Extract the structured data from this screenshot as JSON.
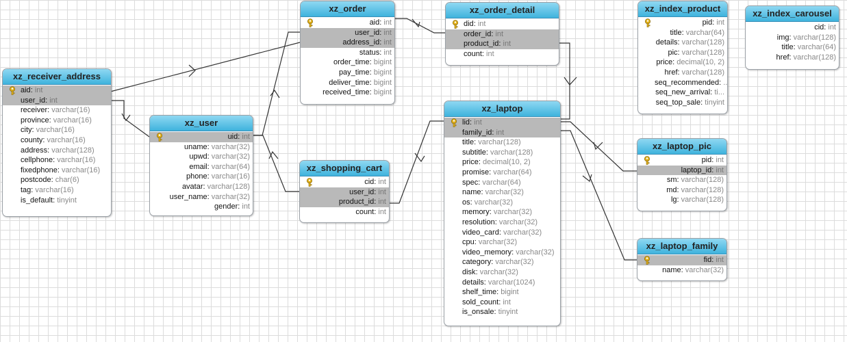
{
  "tables": [
    {
      "id": "xz_receiver_address",
      "title": "xz_receiver_address",
      "align": "left",
      "fields": [
        {
          "name": "aid",
          "type": "int",
          "pk": true,
          "key_row": true
        },
        {
          "name": "user_id",
          "type": "int",
          "key_row": true
        },
        {
          "name": "receiver",
          "type": "varchar(16)"
        },
        {
          "name": "province",
          "type": "varchar(16)"
        },
        {
          "name": "city",
          "type": "varchar(16)"
        },
        {
          "name": "county",
          "type": "varchar(16)"
        },
        {
          "name": "address",
          "type": "varchar(128)"
        },
        {
          "name": "cellphone",
          "type": "varchar(16)"
        },
        {
          "name": "fixedphone",
          "type": "varchar(16)"
        },
        {
          "name": "postcode",
          "type": "char(6)"
        },
        {
          "name": "tag",
          "type": "varchar(16)"
        },
        {
          "name": "is_default",
          "type": "tinyint"
        }
      ]
    },
    {
      "id": "xz_user",
      "title": "xz_user",
      "align": "right",
      "fields": [
        {
          "name": "uid",
          "type": "int",
          "pk": true,
          "key_row": true
        },
        {
          "name": "uname",
          "type": "varchar(32)"
        },
        {
          "name": "upwd",
          "type": "varchar(32)"
        },
        {
          "name": "email",
          "type": "varchar(64)"
        },
        {
          "name": "phone",
          "type": "varchar(16)"
        },
        {
          "name": "avatar",
          "type": "varchar(128)"
        },
        {
          "name": "user_name",
          "type": "varchar(32)"
        },
        {
          "name": "gender",
          "type": "int"
        }
      ]
    },
    {
      "id": "xz_order",
      "title": "xz_order",
      "align": "right",
      "fields": [
        {
          "name": "aid",
          "type": "int",
          "pk": true
        },
        {
          "name": "user_id",
          "type": "int",
          "key_row": true
        },
        {
          "name": "address_id",
          "type": "int",
          "key_row": true
        },
        {
          "name": "status",
          "type": "int"
        },
        {
          "name": "order_time",
          "type": "bigint"
        },
        {
          "name": "pay_time",
          "type": "bigint"
        },
        {
          "name": "deliver_time",
          "type": "bigint"
        },
        {
          "name": "received_time",
          "type": "bigint"
        }
      ]
    },
    {
      "id": "xz_order_detail",
      "title": "xz_order_detail",
      "align": "left",
      "fields": [
        {
          "name": "did",
          "type": "int",
          "pk": true
        },
        {
          "name": "order_id",
          "type": "int",
          "key_row": true
        },
        {
          "name": "product_id",
          "type": "int",
          "key_row": true
        },
        {
          "name": "count",
          "type": "int"
        }
      ]
    },
    {
      "id": "xz_shopping_cart",
      "title": "xz_shopping_cart",
      "align": "right",
      "fields": [
        {
          "name": "cid",
          "type": "int",
          "pk": true
        },
        {
          "name": "user_id",
          "type": "int",
          "key_row": true
        },
        {
          "name": "product_id",
          "type": "int",
          "key_row": true
        },
        {
          "name": "count",
          "type": "int"
        }
      ]
    },
    {
      "id": "xz_laptop",
      "title": "xz_laptop",
      "align": "left",
      "fields": [
        {
          "name": "lid",
          "type": "int",
          "pk": true,
          "key_row": true
        },
        {
          "name": "family_id",
          "type": "int",
          "key_row": true
        },
        {
          "name": "title",
          "type": "varchar(128)"
        },
        {
          "name": "subtitle",
          "type": "varchar(128)"
        },
        {
          "name": "price",
          "type": "decimal(10, 2)"
        },
        {
          "name": "promise",
          "type": "varchar(64)"
        },
        {
          "name": "spec",
          "type": "varchar(64)"
        },
        {
          "name": "name",
          "type": "varchar(32)"
        },
        {
          "name": "os",
          "type": "varchar(32)"
        },
        {
          "name": "memory",
          "type": "varchar(32)"
        },
        {
          "name": "resolution",
          "type": "varchar(32)"
        },
        {
          "name": "video_card",
          "type": "varchar(32)"
        },
        {
          "name": "cpu",
          "type": "varchar(32)"
        },
        {
          "name": "video_memory",
          "type": "varchar(32)"
        },
        {
          "name": "category",
          "type": "varchar(32)"
        },
        {
          "name": "disk",
          "type": "varchar(32)"
        },
        {
          "name": "details",
          "type": "varchar(1024)"
        },
        {
          "name": "shelf_time",
          "type": "bigint"
        },
        {
          "name": "sold_count",
          "type": "int"
        },
        {
          "name": "is_onsale",
          "type": "tinyint"
        }
      ]
    },
    {
      "id": "xz_index_product",
      "title": "xz_index_product",
      "align": "right",
      "fields": [
        {
          "name": "pid",
          "type": "int",
          "pk": true
        },
        {
          "name": "title",
          "type": "varchar(64)"
        },
        {
          "name": "details",
          "type": "varchar(128)"
        },
        {
          "name": "pic",
          "type": "varchar(128)"
        },
        {
          "name": "price",
          "type": "decimal(10, 2)"
        },
        {
          "name": "href",
          "type": "varchar(128)"
        },
        {
          "name": "seq_recommended",
          "type": "..."
        },
        {
          "name": "seq_new_arrival",
          "type": "ti..."
        },
        {
          "name": "seq_top_sale",
          "type": "tinyint"
        }
      ]
    },
    {
      "id": "xz_index_carousel",
      "title": "xz_index_carousel",
      "align": "right",
      "fields": [
        {
          "name": "cid",
          "type": "int"
        },
        {
          "name": "img",
          "type": "varchar(128)"
        },
        {
          "name": "title",
          "type": "varchar(64)"
        },
        {
          "name": "href",
          "type": "varchar(128)"
        }
      ]
    },
    {
      "id": "xz_laptop_pic",
      "title": "xz_laptop_pic",
      "align": "right",
      "fields": [
        {
          "name": "pid",
          "type": "int",
          "pk": true
        },
        {
          "name": "laptop_id",
          "type": "int",
          "key_row": true
        },
        {
          "name": "sm",
          "type": "varchar(128)"
        },
        {
          "name": "md",
          "type": "varchar(128)"
        },
        {
          "name": "lg",
          "type": "varchar(128)"
        }
      ]
    },
    {
      "id": "xz_laptop_family",
      "title": "xz_laptop_family",
      "align": "right",
      "fields": [
        {
          "name": "fid",
          "type": "int",
          "pk": true,
          "key_row": true
        },
        {
          "name": "name",
          "type": "varchar(32)"
        }
      ]
    }
  ],
  "relations": [
    {
      "from": "xz_receiver_address.user_id",
      "to": "xz_user.uid"
    },
    {
      "from": "xz_order.address_id",
      "to": "xz_receiver_address.aid"
    },
    {
      "from": "xz_order.user_id",
      "to": "xz_user.uid"
    },
    {
      "from": "xz_order_detail.order_id",
      "to": "xz_order.aid"
    },
    {
      "from": "xz_shopping_cart.user_id",
      "to": "xz_user.uid"
    },
    {
      "from": "xz_shopping_cart.product_id",
      "to": "xz_laptop.lid"
    },
    {
      "from": "xz_order_detail.product_id",
      "to": "xz_laptop.lid"
    },
    {
      "from": "xz_laptop_pic.laptop_id",
      "to": "xz_laptop.lid"
    },
    {
      "from": "xz_laptop.family_id",
      "to": "xz_laptop_family.fid"
    }
  ],
  "colors": {
    "header_top": "#8fd8f2",
    "header_bottom": "#3fb3dd",
    "key_row": "#b9b9b9",
    "line": "#333333",
    "type_text": "#888888"
  }
}
